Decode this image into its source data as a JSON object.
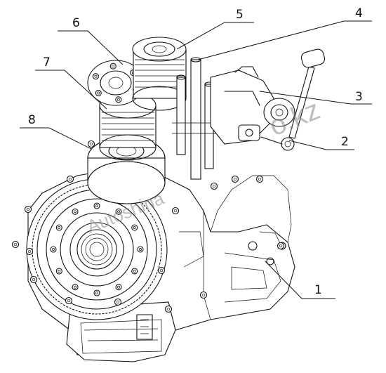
{
  "callouts": [
    {
      "id": "1",
      "label": "1"
    },
    {
      "id": "2",
      "label": "2"
    },
    {
      "id": "3",
      "label": "3"
    },
    {
      "id": "4",
      "label": "4"
    },
    {
      "id": "5",
      "label": "5"
    },
    {
      "id": "6",
      "label": "6"
    },
    {
      "id": "7",
      "label": "7"
    },
    {
      "id": "8",
      "label": "8"
    }
  ],
  "watermark": {
    "text_main": "Autoshina",
    "text_suffix": "o.kz"
  },
  "colors": {
    "line": "#111111",
    "watermark": "#8a8a8a",
    "background": "#ffffff"
  }
}
